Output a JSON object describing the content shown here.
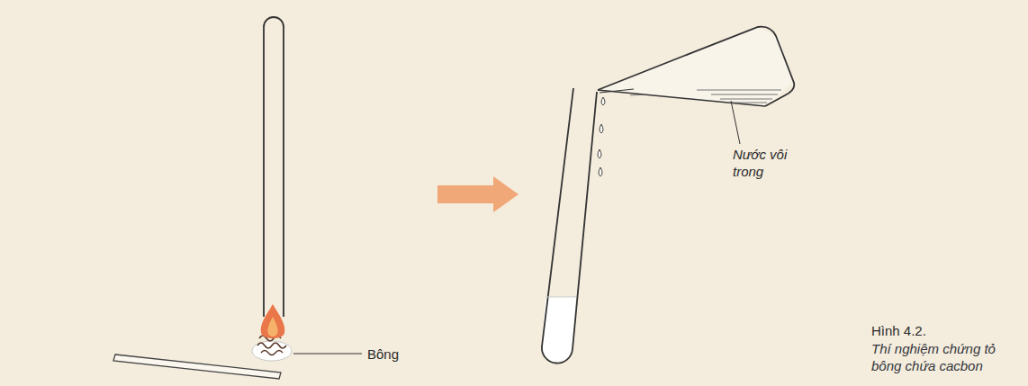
{
  "diagram": {
    "caption": "Thí nghiệm chứng tỏ bông chứa cacbon",
    "labels": [
      "Bông",
      "Nước vôi trong",
      "Hình 4.2."
    ]
  }
}
